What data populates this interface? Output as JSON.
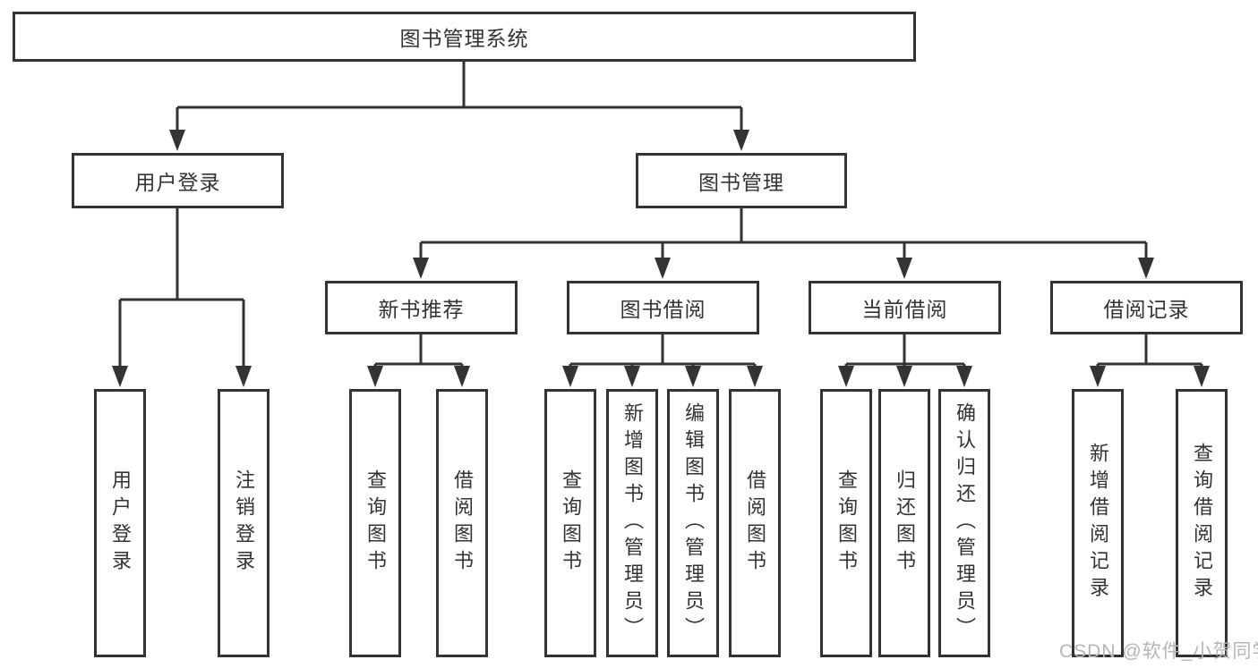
{
  "tree": {
    "root": {
      "label": "图书管理系统"
    },
    "branches": [
      {
        "label": "用户登录",
        "children": [
          {
            "label": "用户登录"
          },
          {
            "label": "注销登录"
          }
        ]
      },
      {
        "label": "图书管理",
        "groups": [
          {
            "label": "新书推荐",
            "children": [
              {
                "label": "查询图书"
              },
              {
                "label": "借阅图书"
              }
            ]
          },
          {
            "label": "图书借阅",
            "children": [
              {
                "label": "查询图书"
              },
              {
                "label": "新增图书（管理员）"
              },
              {
                "label": "编辑图书（管理员）"
              },
              {
                "label": "借阅图书"
              }
            ]
          },
          {
            "label": "当前借阅",
            "children": [
              {
                "label": "查询图书"
              },
              {
                "label": "归还图书"
              },
              {
                "label": "确认归还（管理员）"
              }
            ]
          },
          {
            "label": "借阅记录",
            "children": [
              {
                "label": "新增借阅记录"
              },
              {
                "label": "查询借阅记录"
              }
            ]
          }
        ]
      }
    ]
  },
  "watermark": {
    "text": "CSDN @软件_小贺同学"
  },
  "colors": {
    "line": "#333333",
    "text": "#333333",
    "box_background": "#ffffff",
    "watermark": "#b9b3b3",
    "page_background": "#ffffff"
  }
}
